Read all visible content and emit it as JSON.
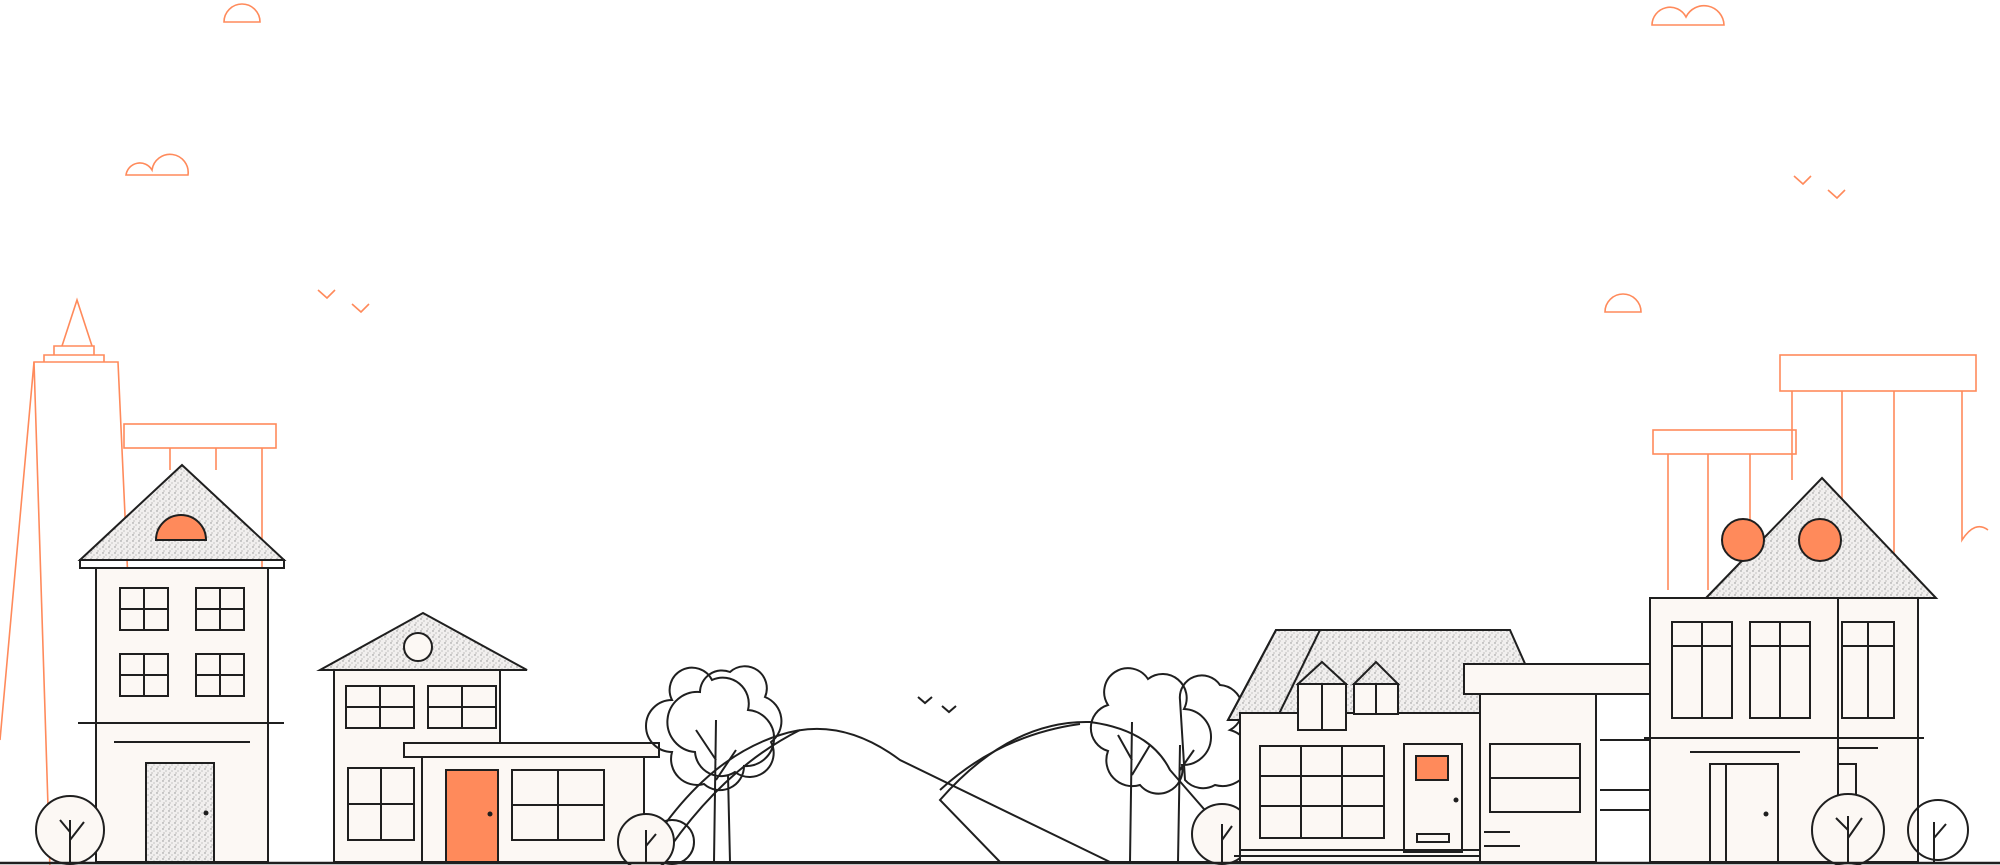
{
  "palette": {
    "background": "#ffffff",
    "line": "#1f1f1f",
    "cream": "#fcf8f4",
    "accent": "#ff8a5b"
  },
  "illustration": {
    "kind": "line-art townscape",
    "elements": [
      "clouds",
      "birds",
      "skyscraper-outlines",
      "houses",
      "trees",
      "hills",
      "ground-line"
    ]
  }
}
